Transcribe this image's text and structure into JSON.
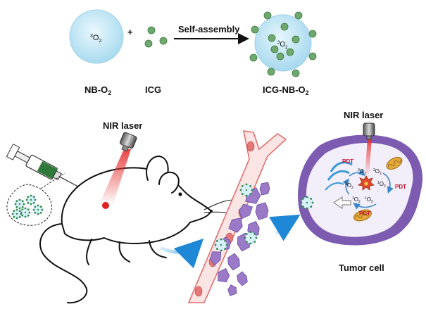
{
  "top": {
    "bubble_label": "3O2",
    "nb_label": "NB-O2",
    "plus": "+",
    "icg_label": "ICG",
    "arrow_label": "Self-assembly",
    "complex_label": "ICG-NB-O2"
  },
  "bottom": {
    "laser_label_left": "NIR laser",
    "laser_label_right": "NIR laser",
    "tumor_label": "Tumor cell",
    "cell_inner": {
      "pdt": "PDT",
      "triplet": "3O2",
      "singlet": "1O2"
    }
  },
  "colors": {
    "bubble": "#bfe4f4",
    "icg_particle": "#6fa86f",
    "vessel": "#f4a9a8",
    "red_cell": "#e47876",
    "tumor_tissue": "#9a7ac8",
    "cell_membrane": "#7c5bb0",
    "cell_cytoplasm": "#f1edf7",
    "laser_beam": "#e03a3a",
    "pdt_text": "#c8102e",
    "arrow_blue": "#2b8fd4"
  }
}
